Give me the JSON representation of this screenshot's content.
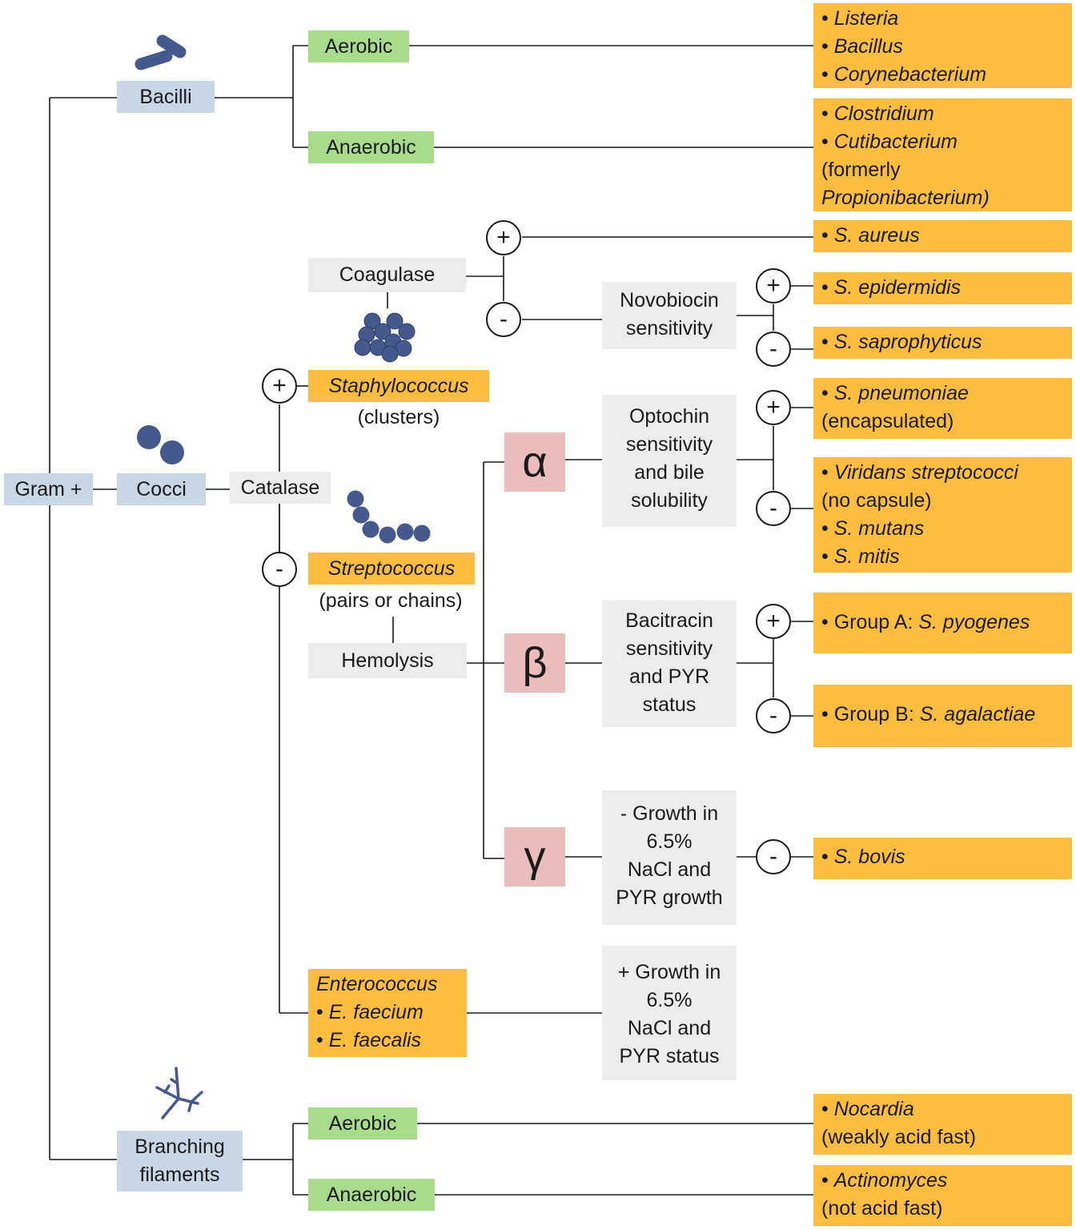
{
  "root": {
    "label": "Gram +"
  },
  "bacilli": {
    "label": "Bacilli",
    "aerobic": {
      "label": "Aerobic",
      "organisms": [
        "Listeria",
        "Bacillus",
        "Corynebacterium"
      ]
    },
    "anaerobic": {
      "label": "Anaerobic",
      "organisms": [
        "Clostridium",
        "Cutibacterium"
      ],
      "note1": "(formerly",
      "note2": "Propionibacterium)"
    }
  },
  "cocci": {
    "label": "Cocci",
    "catalase": "Catalase",
    "staph": {
      "sign": "+",
      "label": "Staphylococcus",
      "sub": "(clusters)",
      "coagulase": "Coagulase",
      "coag_pos": {
        "sign": "+",
        "organism": "S. aureus"
      },
      "coag_neg": {
        "sign": "-",
        "test": [
          "Novobiocin",
          "sensitivity"
        ],
        "pos": {
          "sign": "+",
          "organism": "S. epidermidis"
        },
        "neg": {
          "sign": "-",
          "organism": "S. saprophyticus"
        }
      }
    },
    "strep": {
      "sign": "-",
      "label": "Streptococcus",
      "sub": "(pairs or chains)",
      "hemolysis": "Hemolysis",
      "alpha": {
        "symbol": "α",
        "test": [
          "Optochin",
          "sensitivity",
          "and bile",
          "solubility"
        ],
        "pos": {
          "sign": "+",
          "organism": "S. pneumoniae",
          "note": "(encapsulated)"
        },
        "neg": {
          "sign": "-",
          "org1": "Viridans streptococci",
          "note": "(no capsule)",
          "org2": "S. mutans",
          "org3": "S. mitis"
        }
      },
      "beta": {
        "symbol": "β",
        "test": [
          "Bacitracin",
          "sensitivity",
          "and PYR",
          "status"
        ],
        "pos": {
          "sign": "+",
          "prefix": "Group A: ",
          "organism": "S. pyogenes"
        },
        "neg": {
          "sign": "-",
          "prefix": "Group B: ",
          "organism": "S. agalactiae"
        }
      },
      "gamma": {
        "symbol": "γ",
        "test": [
          "- Growth in",
          "6.5%",
          "NaCl and",
          "PYR growth"
        ],
        "neg": {
          "sign": "-",
          "organism": "S. bovis"
        }
      }
    },
    "entero": {
      "label": "Enterococcus",
      "species": [
        "E. faecium",
        "E. faecalis"
      ],
      "test": [
        "+ Growth in",
        "6.5%",
        "NaCl and",
        "PYR status"
      ]
    }
  },
  "branching": {
    "label1": "Branching",
    "label2": "filaments",
    "aerobic": {
      "label": "Aerobic",
      "organism": "Nocardia",
      "note": "(weakly acid fast)"
    },
    "anaerobic": {
      "label": "Anaerobic",
      "organism": "Actinomyces",
      "note": "(not acid fast)"
    }
  },
  "bullet": "•",
  "colors": {
    "blue": "#c9d6e6",
    "green": "#a8dc8c",
    "grey": "#ececec",
    "orange": "#fbbd40",
    "pink": "#ebbcbc",
    "icon": "#45598c"
  }
}
